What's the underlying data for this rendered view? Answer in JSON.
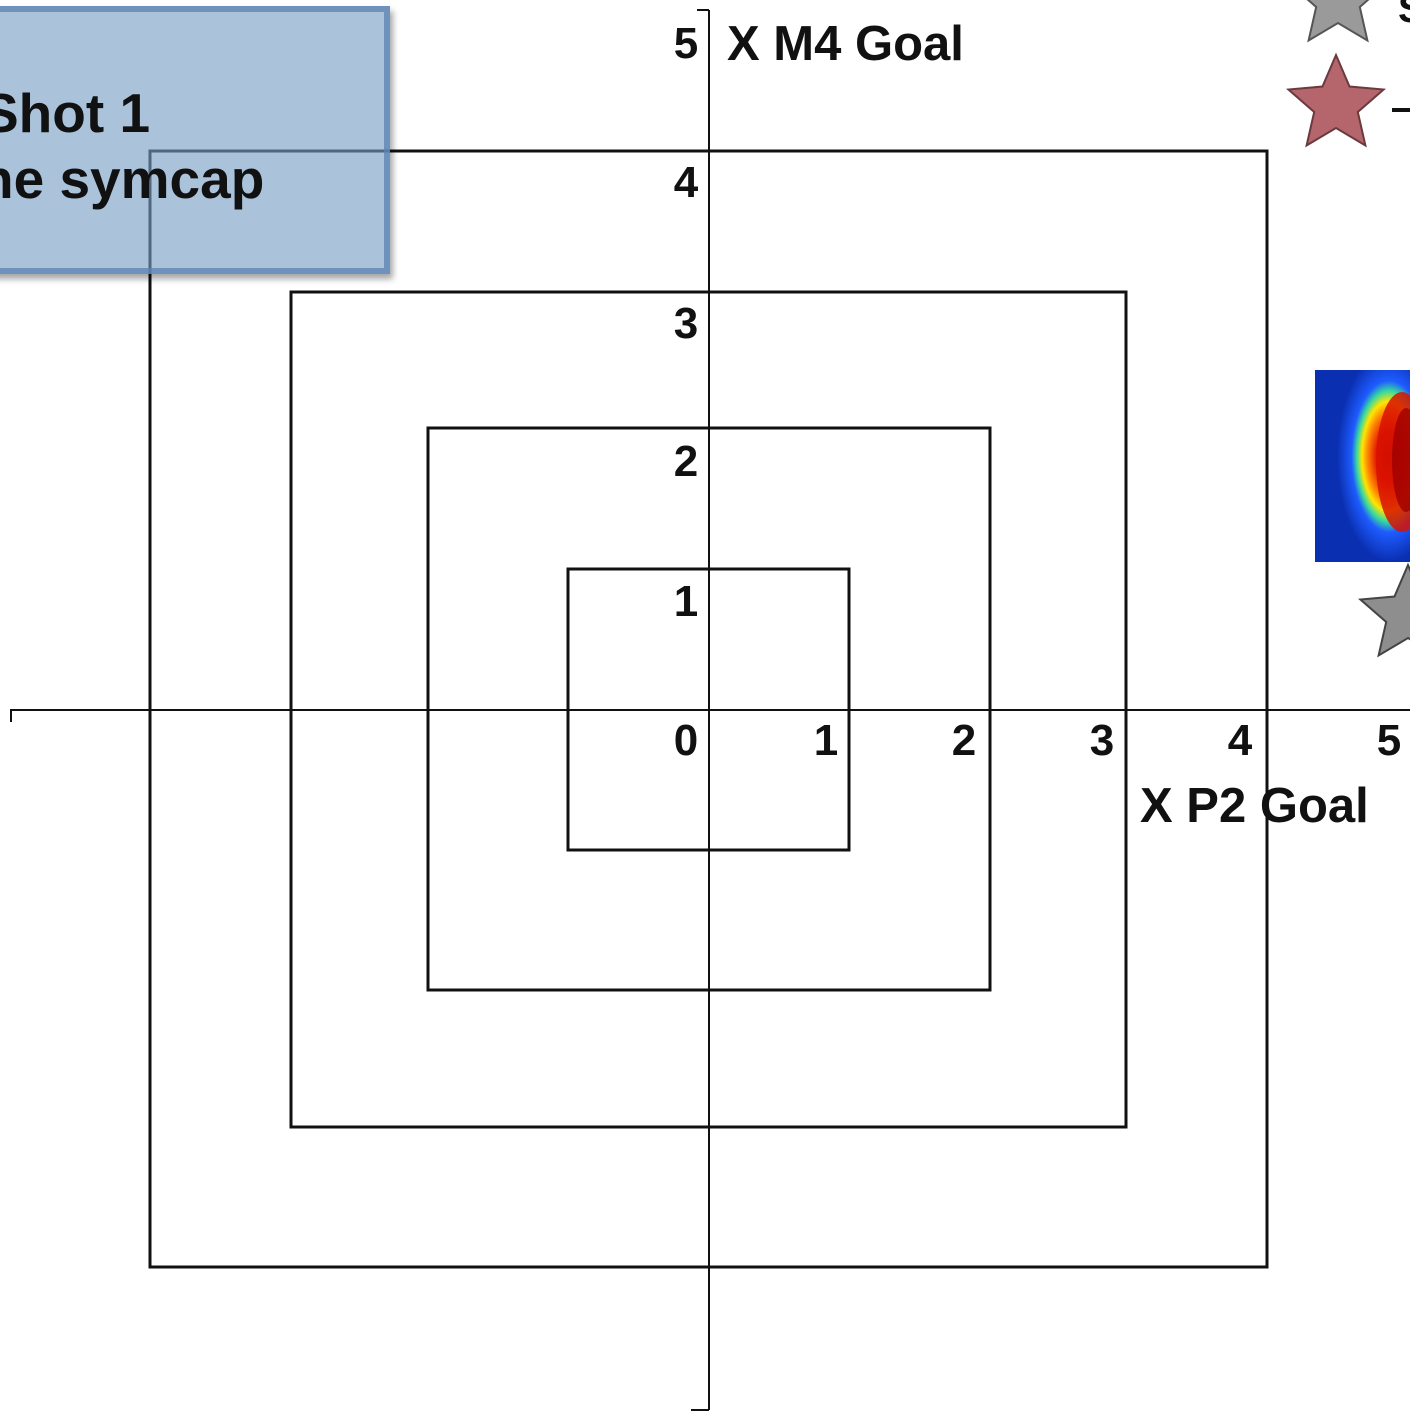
{
  "axes": {
    "y_label": "X M4 Goal",
    "x_label": "X P2 Goal",
    "y_ticks": [
      "5",
      "4",
      "3",
      "2",
      "1"
    ],
    "x_ticks": [
      "0",
      "1",
      "2",
      "3",
      "4",
      "5"
    ]
  },
  "callout": {
    "line1": "Shot 1",
    "line2": "ne symcap",
    "color": "#769cc4"
  },
  "target_squares": [
    1,
    2,
    3,
    4
  ],
  "legend": {
    "markers": [
      {
        "icon": "gray-star-icon",
        "color": "#9a9a9a"
      },
      {
        "icon": "red-star-icon",
        "color": "#b5656c"
      },
      {
        "icon": "gray-star-icon",
        "color": "#8e8e8e"
      }
    ],
    "thumbnail": {
      "icon": "xray-image-thumbnail",
      "colormap": "jet"
    }
  }
}
